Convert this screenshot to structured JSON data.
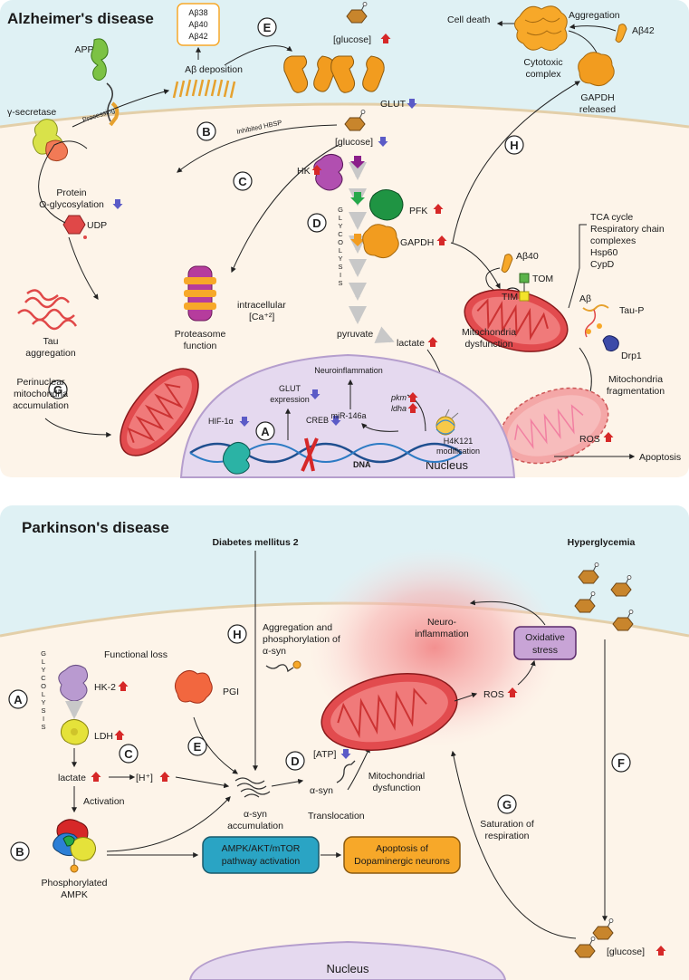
{
  "titles": {
    "ad": "Alzheimer's disease",
    "pd": "Parkinson's disease"
  },
  "colors": {
    "sky": "#dff1f4",
    "cell": "#fdf4e9",
    "nucleus": "#e5d9ef",
    "mito": "#e24b4e",
    "up_arrow": "#d62828",
    "down_arrow": "#5b5bc7",
    "box_blue": "#2aa4c4",
    "box_orange": "#f7a829",
    "box_purple": "#c8a4d6"
  },
  "ad": {
    "abeta_box": [
      "Aβ38",
      "Aβ40",
      "Aβ42"
    ],
    "app": "APP",
    "gamma": "γ-secretase",
    "processing": "Processing",
    "abeta_dep": "Aβ deposition",
    "glucose_out": "[glucose]",
    "glut": "GLUT",
    "inhibited_hbsp": "Inhibited HBSP",
    "glucose_in": "[glucose]",
    "cell_death": "Cell death",
    "aggregation": "Aggregation",
    "ab42": "Aβ42",
    "cytotoxic": [
      "Cytotoxic",
      "complex"
    ],
    "gapdh_rel": [
      "GAPDH",
      "released"
    ],
    "protein_og": [
      "Protein",
      "O-glycosylation"
    ],
    "udp": "UDP",
    "hk": "HK",
    "pfk": "PFK",
    "gapdh": "GAPDH",
    "glycolysis": [
      "G",
      "L",
      "Y",
      "C",
      "O",
      "L",
      "Y",
      "S",
      "I",
      "S"
    ],
    "ab40": "Aβ40",
    "tca": [
      "TCA cycle",
      "Respiratory chain",
      "complexes",
      "Hsp60",
      "CypD"
    ],
    "tom": "TOM",
    "tim": "TIM",
    "mito_dys": [
      "Mitochondria",
      "dysfunction"
    ],
    "ab": "Aβ",
    "taup": "Tau-P",
    "drp1": "Drp1",
    "tau_agg": [
      "Tau",
      "aggregation"
    ],
    "proteasome": [
      "Proteasome",
      "function"
    ],
    "ca": [
      "intracellular",
      "[Ca⁺²]"
    ],
    "pyruvate": "pyruvate",
    "lactate": "lactate",
    "mito_frag": [
      "Mitochondria",
      "fragmentation"
    ],
    "ros": "ROS",
    "apoptosis": "Apoptosis",
    "perinuclear": [
      "Perinuclear",
      "mitochondria",
      "accumulation"
    ],
    "hif": "HIF-1α",
    "glut_exp": [
      "GLUT",
      "expression"
    ],
    "creb": "CREB",
    "neuroinflam": "Neuroinflammation",
    "mir": "miR-146a",
    "pkm": "pkm",
    "ldha": "ldha",
    "h4k": [
      "H4K121",
      "modification"
    ],
    "dna": "DNA",
    "nucleus": "Nucleus",
    "letters": [
      "A",
      "B",
      "C",
      "D",
      "E",
      "F",
      "G",
      "H"
    ]
  },
  "pd": {
    "dm2": "Diabetes mellitus 2",
    "hyper": "Hyperglycemia",
    "agg_phos": [
      "Aggregation and",
      "phosphorylation of",
      "α-syn"
    ],
    "func_loss": "Functional loss",
    "hk2": "HK-2",
    "pgi": "PGI",
    "ldh": "LDH",
    "glycolysis": [
      "G",
      "L",
      "Y",
      "C",
      "O",
      "L",
      "Y",
      "S",
      "I",
      "S"
    ],
    "lactate": "lactate",
    "h": "[H⁺]",
    "activation": "Activation",
    "asyn_acc": [
      "α-syn",
      "accumulation"
    ],
    "atp": "[ATP]",
    "asyn": "α-syn",
    "translocation": "Translocation",
    "mito_dys": [
      "Mitochondrial",
      "dysfunction"
    ],
    "ros": "ROS",
    "neuro": [
      "Neuro-",
      "inflammation"
    ],
    "oxstress": [
      "Oxidative",
      "stress"
    ],
    "saturation": [
      "Saturation of",
      "respiration"
    ],
    "glucose": "[glucose]",
    "phos_ampk": [
      "Phosphorylated",
      "AMPK"
    ],
    "ampk_box": [
      "AMPK/AKT/mTOR",
      "pathway activation"
    ],
    "apop_box": [
      "Apoptosis of",
      "Dopaminergic neurons"
    ],
    "nucleus": "Nucleus",
    "letters": [
      "A",
      "B",
      "C",
      "D",
      "E",
      "F",
      "G",
      "H"
    ]
  }
}
